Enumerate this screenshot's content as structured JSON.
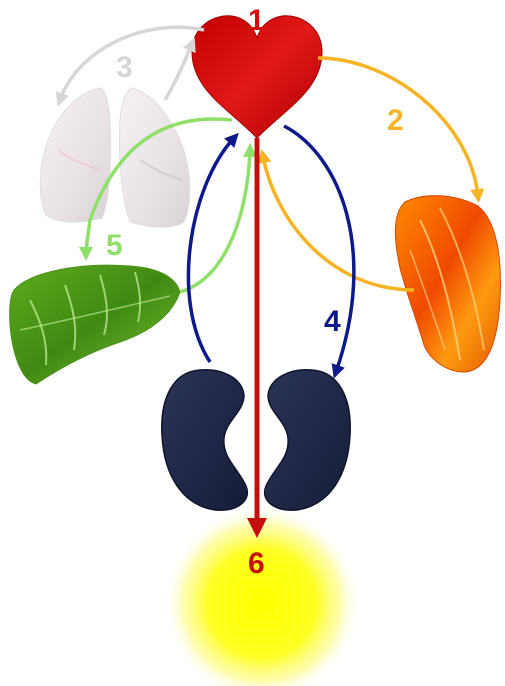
{
  "diagram": {
    "labels": {
      "heart": "1",
      "spleen": "2",
      "lungs": "3",
      "kidneys": "4",
      "liver": "5",
      "sun": "6"
    },
    "colors": {
      "heart": "#d40b0b",
      "spleen": "#f6b323",
      "lungs": "#d6d6d6",
      "kidneys": "#0d1a8c",
      "liver": "#8fe069",
      "sun": "#c40d0d"
    }
  }
}
